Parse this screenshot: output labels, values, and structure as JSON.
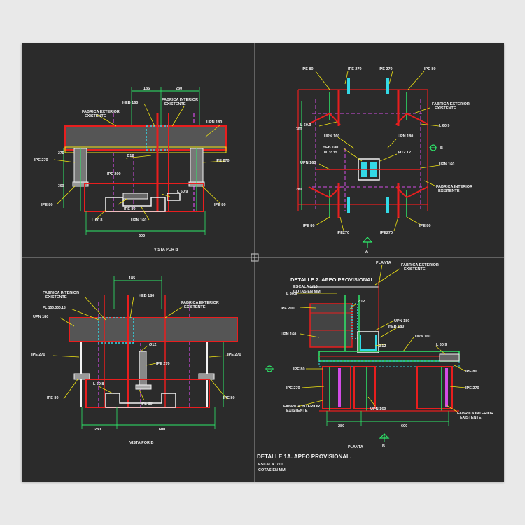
{
  "colors": {
    "background": "#2b2b2b",
    "page": "#e9e9e9",
    "red": "#e81e1e",
    "yellow": "#f0e414",
    "green": "#2ee86a",
    "cyan": "#33d9e6",
    "magenta": "#d34ce6",
    "grey": "#8c8c8c",
    "white": "#f2f2f2"
  },
  "q1": {
    "labels": {
      "d185": "185",
      "d280": "280",
      "heb160": "HEB 160",
      "fab_int": "FABRICA INTERIOR",
      "fab_ext": "FABRICA EXTERIOR",
      "existente": "EXISTENTE",
      "upn180": "UPN 180",
      "ipe270_l": "IPE 270",
      "ipe270_r": "IPE 270",
      "phi12": "Ø12",
      "ipe200": "IPE 200",
      "ipe80_l": "IPE 80",
      "ipe80_r": "IPE 80",
      "ipe80_b": "IPE 80",
      "l60": "L 60.8",
      "l609": "L 60.9",
      "upn160": "UPN 160",
      "d600": "600",
      "d275": "275",
      "d300": "300",
      "title": "VISTA POR B"
    }
  },
  "q2": {
    "labels": {
      "ipe80_tl": "IPE 80",
      "ipe270_t1": "IPE 270",
      "ipe270_t2": "IPE 270",
      "ipe80_tr": "IPE 80",
      "fab_ext": "FABRICA EXTERIOR",
      "existente": "EXISTENTE",
      "l609_l": "L 60.9",
      "l609_r": "L 60.9",
      "upn160": "UPN 160",
      "upn180": "UPN 180",
      "heb180": "HEB 180",
      "phi12x": "Ø12.12",
      "pl": "PL 10.12",
      "upn160_l": "UPN 160",
      "upn160_r": "UPN 160",
      "fab_int": "FABRICA INTERIOR",
      "existente2": "EXISTENTE",
      "ipe80_bl": "IPE 80",
      "ipe270_b1": "IPE270",
      "ipe270_b2": "IPE270",
      "ipe80_br": "IPE 80",
      "d300": "300",
      "d280": "280",
      "b": "B",
      "a": "A"
    }
  },
  "q3": {
    "labels": {
      "d185": "185",
      "fab_int": "FABRICA INTERIOR",
      "existente": "EXISTENTE",
      "heb180": "HEB 180",
      "fab_ext": "FABRICA EXTERIOR",
      "existente2": "EXISTENTE",
      "pl": "PL 150.300.18",
      "upn180": "UPN 180",
      "ipe270_l": "IPE 270",
      "phi12": "Ø12",
      "ipe270_m": "IPE 270",
      "ipe270_r": "IPE 270",
      "l60": "L 60.8",
      "ipe80_l": "IPE 80",
      "ipe80_m": "IPE 80",
      "ipe80_r": "IPE 80",
      "d280": "280",
      "d600": "600",
      "title": "VISTA POR B"
    }
  },
  "q4": {
    "labels": {
      "planta_top": "PLANTA",
      "fab_ext": "FABRICA EXTERIOR",
      "existente": "EXISTENTE",
      "det_title": "DETALLE 2. APEO PROVISIONAL",
      "escala": "ESCALA 1/10",
      "cotas": "COTAS EN MM",
      "l609": "L 60.9",
      "ipe200": "IPE 200",
      "phi12": "Ø12",
      "upn180": "UPN 180",
      "heb180": "HEB 180",
      "upn160_l": "UPN 160",
      "upn160_r": "UPN 160",
      "l609_r": "L 60.9",
      "ipe80_l": "IPE 80",
      "ipe80_r": "IPE 80",
      "ipe270_l": "IPE 270",
      "ipe270_r": "IPE 270",
      "fab_int_l": "FABRICA INTERIOR",
      "existente_l": "EXISTENTE",
      "upn160_b": "UPN 160",
      "fab_int_r": "FABRICA INTERIOR",
      "existente_r": "EXISTENTE",
      "d280": "280",
      "d600": "600",
      "planta_bot": "PLANTA",
      "b": "B",
      "det1a": "DETALLE 1A. APEO PROVISIONAL.",
      "escala2": "ESCALA 1/10",
      "cotas2": "COTAS EN MM"
    }
  }
}
